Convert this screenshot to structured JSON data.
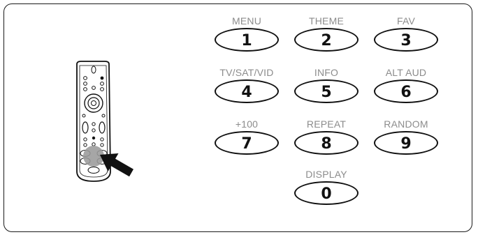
{
  "keypad": {
    "keys": [
      {
        "caption": "MENU",
        "digit": "1"
      },
      {
        "caption": "THEME",
        "digit": "2"
      },
      {
        "caption": "FAV",
        "digit": "3"
      },
      {
        "caption": "TV/SAT/VID",
        "digit": "4"
      },
      {
        "caption": "INFO",
        "digit": "5"
      },
      {
        "caption": "ALT AUD",
        "digit": "6"
      },
      {
        "caption": "+100",
        "digit": "7"
      },
      {
        "caption": "REPEAT",
        "digit": "8"
      },
      {
        "caption": "RANDOM",
        "digit": "9"
      },
      {
        "caption": "DISPLAY",
        "digit": "0"
      }
    ]
  },
  "colors": {
    "outline": "#111111",
    "caption": "#8c8c8c",
    "highlight": "#9a9a9a",
    "background": "#ffffff"
  },
  "icons": {
    "remote": "remote-control-icon",
    "pointer": "pointing-arrow-icon"
  }
}
